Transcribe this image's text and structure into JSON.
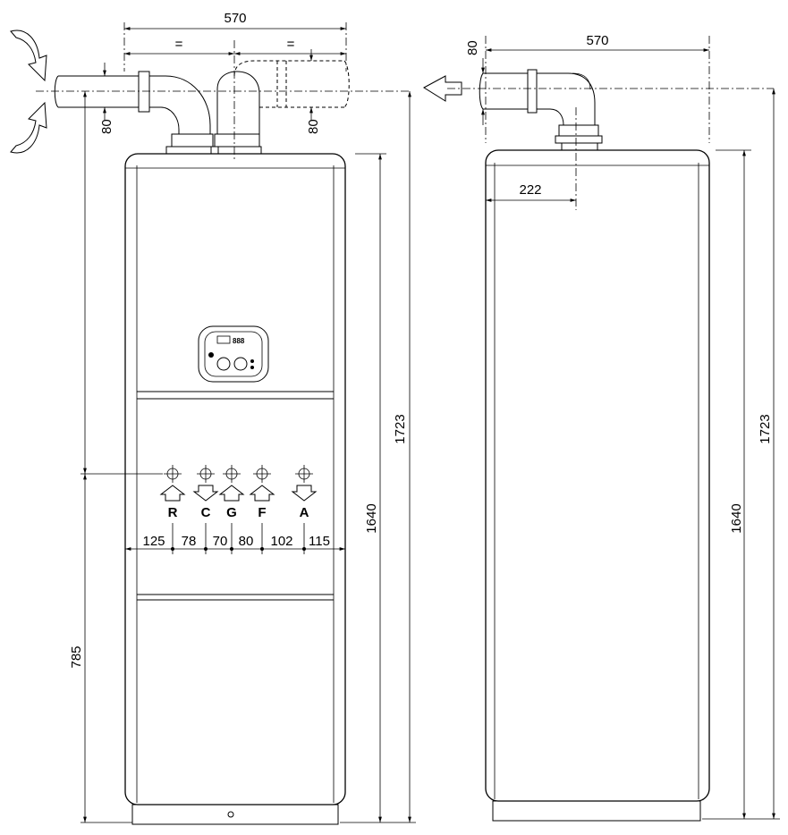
{
  "front_view": {
    "top_width": "570",
    "equal_left": "=",
    "equal_right": "=",
    "pipe_diameter_left": "80",
    "pipe_diameter_right": "80",
    "height_body": "1640",
    "height_total": "1723",
    "height_connections": "785",
    "connections": [
      {
        "label": "R",
        "direction": "up"
      },
      {
        "label": "C",
        "direction": "down"
      },
      {
        "label": "G",
        "direction": "up"
      },
      {
        "label": "F",
        "direction": "up"
      },
      {
        "label": "A",
        "direction": "down"
      }
    ],
    "spacings": [
      "125",
      "78",
      "70",
      "80",
      "102",
      "115"
    ],
    "control_panel": {
      "display": "888",
      "icons": [
        "dial-icon",
        "dial-icon"
      ]
    }
  },
  "side_view": {
    "top_width": "570",
    "pipe_diameter": "80",
    "flue_offset": "222",
    "height_body": "1640",
    "height_total": "1723"
  }
}
